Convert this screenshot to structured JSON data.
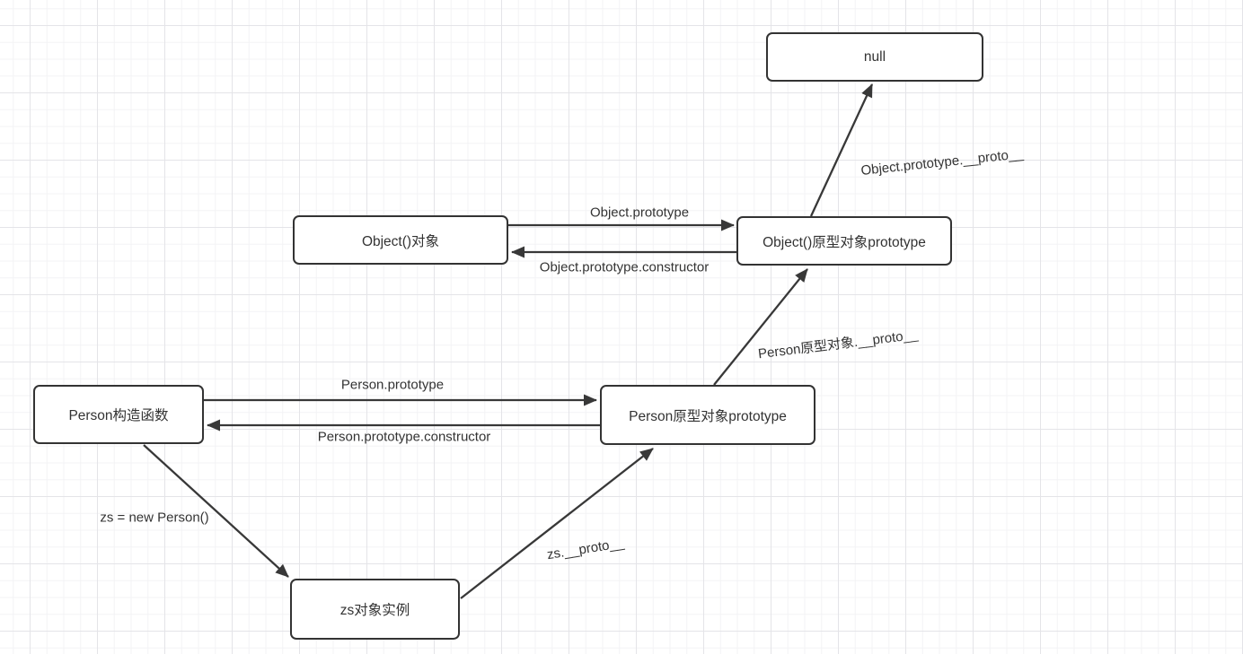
{
  "diagram": {
    "title": "JavaScript prototype chain diagram",
    "colors": {
      "stroke": "#383838",
      "text": "#333333",
      "node_fill": "#ffffff",
      "node_border": "#333333",
      "grid_minor": "#f3f3f5",
      "grid_major": "#e4e4e8",
      "background": "#ffffff"
    },
    "nodes": [
      {
        "id": "null",
        "label": "null"
      },
      {
        "id": "object-constructor",
        "label": "Object()对象"
      },
      {
        "id": "object-prototype",
        "label": "Object()原型对象prototype"
      },
      {
        "id": "person-constructor",
        "label": "Person构造函数"
      },
      {
        "id": "person-prototype",
        "label": "Person原型对象prototype"
      },
      {
        "id": "zs-instance",
        "label": "zs对象实例"
      }
    ],
    "edges": [
      {
        "from": "object-constructor",
        "to": "object-prototype",
        "label": "Object.prototype"
      },
      {
        "from": "object-prototype",
        "to": "object-constructor",
        "label": "Object.prototype.constructor"
      },
      {
        "from": "object-prototype",
        "to": "null",
        "label": "Object.prototype.__proto__"
      },
      {
        "from": "person-prototype",
        "to": "object-prototype",
        "label": "Person原型对象.__proto__"
      },
      {
        "from": "person-constructor",
        "to": "person-prototype",
        "label": "Person.prototype"
      },
      {
        "from": "person-prototype",
        "to": "person-constructor",
        "label": "Person.prototype.constructor"
      },
      {
        "from": "person-constructor",
        "to": "zs-instance",
        "label": "zs = new Person()"
      },
      {
        "from": "zs-instance",
        "to": "person-prototype",
        "label": "zs.__proto__"
      }
    ]
  }
}
